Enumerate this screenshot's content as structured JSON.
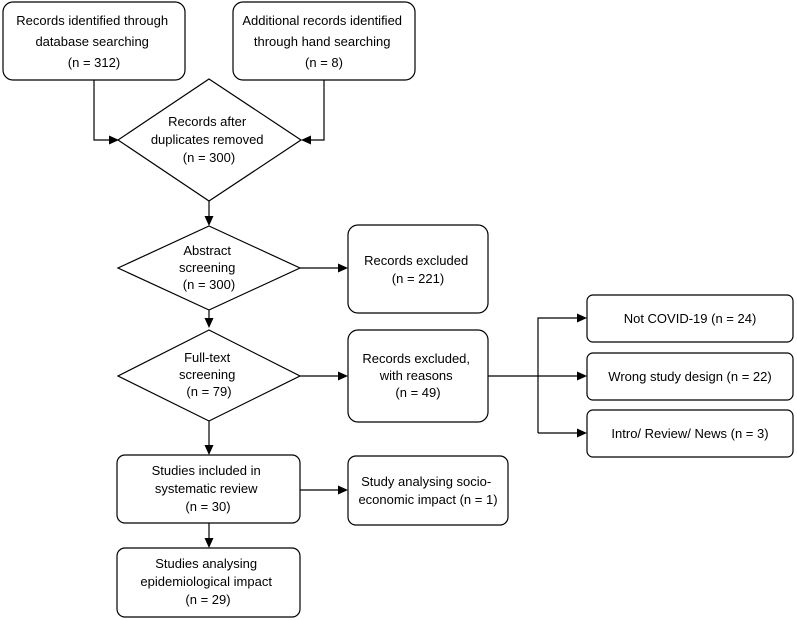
{
  "nodes": {
    "db_search": {
      "lines": [
        "Records identified through",
        "database searching",
        "(n = 312)"
      ]
    },
    "hand_search": {
      "lines": [
        "Additional records identified",
        "through hand searching",
        "(n = 8)"
      ]
    },
    "dedup": {
      "lines": [
        "Records after",
        "duplicates removed",
        "(n = 300)"
      ]
    },
    "abstract": {
      "lines": [
        "Abstract",
        "screening",
        "(n = 300)"
      ]
    },
    "excluded": {
      "lines": [
        "Records excluded",
        "(n = 221)"
      ]
    },
    "fulltext": {
      "lines": [
        "Full-text",
        "screening",
        "(n = 79)"
      ]
    },
    "excluded_reasons": {
      "lines": [
        "Records excluded,",
        "with reasons",
        "(n = 49)"
      ]
    },
    "not_covid": {
      "lines": [
        "Not COVID-19 (n = 24)"
      ]
    },
    "wrong_design": {
      "lines": [
        "Wrong study design (n = 22)"
      ]
    },
    "intro_review": {
      "lines": [
        "Intro/ Review/ News (n = 3)"
      ]
    },
    "included": {
      "lines": [
        "Studies included in",
        "systematic review",
        "(n = 30)"
      ]
    },
    "socio": {
      "lines": [
        "Study analysing socio-",
        "economic impact (n = 1)"
      ]
    },
    "epi": {
      "lines": [
        "Studies analysing",
        "epidemiological impact",
        "(n = 29)"
      ]
    }
  }
}
